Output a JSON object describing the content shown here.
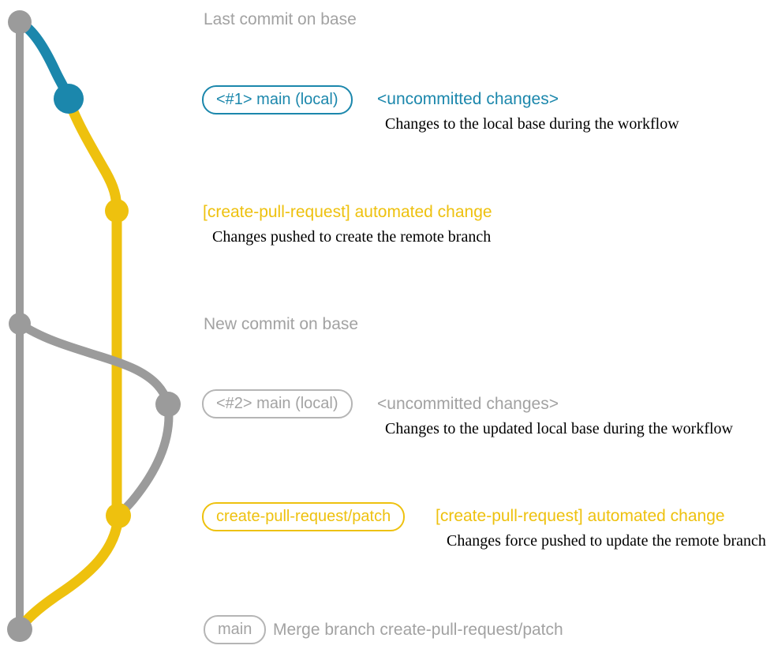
{
  "colors": {
    "gray": "#9b9b9b",
    "gray_text": "#a2a2a2",
    "gray_border": "#b5b5b5",
    "blue": "#1b87ac",
    "yellow": "#eec10e",
    "black": "#000000"
  },
  "graph": {
    "description": "git commit graph for create-pull-request workflow",
    "nodes": [
      {
        "id": "base-last-commit",
        "branch": "base",
        "color": "gray"
      },
      {
        "id": "local-main-1",
        "branch": "main (local)",
        "color": "blue"
      },
      {
        "id": "patch-commit-1",
        "branch": "create-pull-request/patch",
        "color": "yellow"
      },
      {
        "id": "base-new-commit",
        "branch": "base",
        "color": "gray"
      },
      {
        "id": "local-main-2",
        "branch": "main (local)",
        "color": "gray"
      },
      {
        "id": "patch-commit-2",
        "branch": "create-pull-request/patch",
        "color": "yellow"
      },
      {
        "id": "merge-commit",
        "branch": "main",
        "color": "gray"
      }
    ]
  },
  "annotations": {
    "last_commit_label": "Last commit on base",
    "row1_badge": "<#1> main (local)",
    "row1_status": "<uncommitted changes>",
    "row1_desc": "Changes to the local base during the workflow",
    "row2_heading": "[create-pull-request] automated change",
    "row2_desc": "Changes pushed to create the remote branch",
    "new_commit_label": "New commit on base",
    "row3_badge": "<#2> main (local)",
    "row3_status": "<uncommitted changes>",
    "row3_desc": "Changes to the updated local base during the workflow",
    "row4_badge": "create-pull-request/patch",
    "row4_heading": "[create-pull-request] automated change",
    "row4_desc": "Changes force pushed to update the remote branch",
    "row5_badge": "main",
    "row5_text": "Merge branch create-pull-request/patch"
  }
}
